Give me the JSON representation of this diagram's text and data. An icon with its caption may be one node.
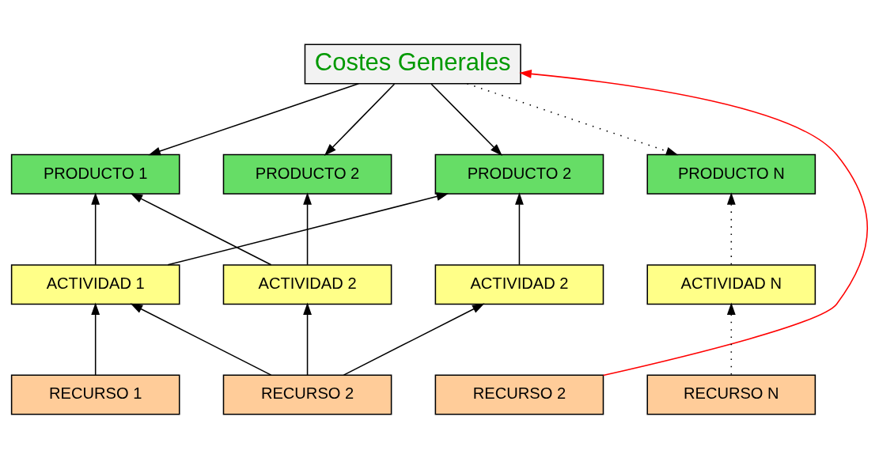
{
  "diagram": {
    "nodes": [
      {
        "text": [
          "Costes Generales"
        ]
      },
      {
        "text": [
          "PRODUCTO 1"
        ]
      },
      {
        "text": [
          "PRODUCTO 2"
        ]
      },
      {
        "text": [
          "PRODUCTO 2"
        ]
      },
      {
        "text": [
          "PRODUCTO N"
        ]
      },
      {
        "text": [
          "ACTIVIDAD 1"
        ]
      },
      {
        "text": [
          "ACTIVIDAD 2"
        ]
      },
      {
        "text": [
          "ACTIVIDAD 2"
        ]
      },
      {
        "text": [
          "ACTIVIDAD N"
        ]
      },
      {
        "text": [
          "RECURSO 1"
        ]
      },
      {
        "text": [
          "RECURSO 2"
        ]
      },
      {
        "text": [
          "RECURSO 2"
        ]
      },
      {
        "text": [
          "RECURSO N"
        ]
      }
    ],
    "edges": [
      {
        "from": 0,
        "to": 1,
        "arrow": "to"
      },
      {
        "from": 0,
        "to": 2,
        "arrow": "to"
      },
      {
        "from": 0,
        "to": 3,
        "arrow": "to"
      },
      {
        "from": 0,
        "to": 4,
        "arrow": "to",
        "style": "dashed"
      },
      {
        "from": 5,
        "to": 1,
        "arrow": "to"
      },
      {
        "from": 6,
        "to": 1,
        "arrow": "to"
      },
      {
        "from": 6,
        "to": 2,
        "arrow": "to"
      },
      {
        "from": 5,
        "to": 3,
        "arrow": "to"
      },
      {
        "from": 7,
        "to": 3,
        "arrow": "to"
      },
      {
        "from": 8,
        "to": 4,
        "arrow": "to",
        "style": "dashed"
      },
      {
        "from": 9,
        "to": 5,
        "arrow": "to"
      },
      {
        "from": 10,
        "to": 5,
        "arrow": "to"
      },
      {
        "from": 10,
        "to": 6,
        "arrow": "to"
      },
      {
        "from": 10,
        "to": 7,
        "arrow": "to"
      },
      {
        "from": 12,
        "to": 8,
        "arrow": "to",
        "style": "dashed"
      },
      {
        "from": 11,
        "to": 0,
        "arrow": "to",
        "color": "#ff0000"
      }
    ]
  }
}
